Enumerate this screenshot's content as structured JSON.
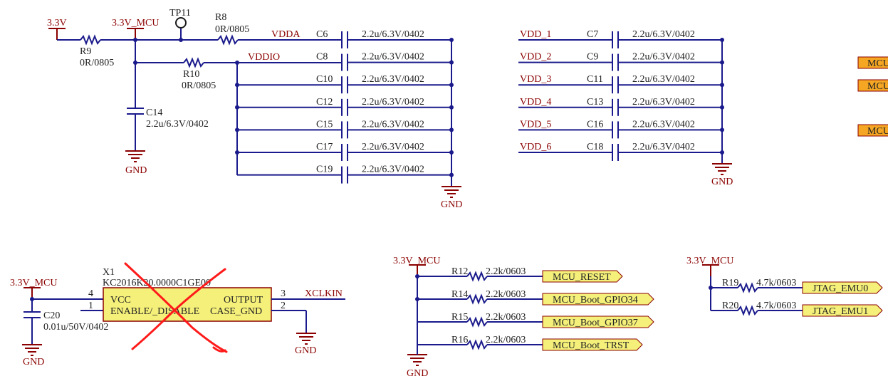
{
  "power": {
    "v33": "3.3V",
    "v33_mcu": "3.3V_MCU",
    "gnd": "GND"
  },
  "nets": {
    "vdda": "VDDA",
    "vddio": "VDDIO",
    "tp11": "TP11",
    "xclkin": "XCLKIN"
  },
  "resistors": {
    "r8": {
      "ref": "R8",
      "val": "0R/0805"
    },
    "r9": {
      "ref": "R9",
      "val": "0R/0805"
    },
    "r10": {
      "ref": "R10",
      "val": "0R/0805"
    },
    "r12": {
      "ref": "R12",
      "val": "2.2k/0603"
    },
    "r14": {
      "ref": "R14",
      "val": "2.2k/0603"
    },
    "r15": {
      "ref": "R15",
      "val": "2.2k/0603"
    },
    "r16": {
      "ref": "R16",
      "val": "2.2k/0603"
    },
    "r19": {
      "ref": "R19",
      "val": "4.7k/0603"
    },
    "r20": {
      "ref": "R20",
      "val": "4.7k/0603"
    }
  },
  "caps_left": [
    {
      "ref": "C6",
      "val": "2.2u/6.3V/0402"
    },
    {
      "ref": "C8",
      "val": "2.2u/6.3V/0402"
    },
    {
      "ref": "C10",
      "val": "2.2u/6.3V/0402"
    },
    {
      "ref": "C12",
      "val": "2.2u/6.3V/0402"
    },
    {
      "ref": "C15",
      "val": "2.2u/6.3V/0402"
    },
    {
      "ref": "C17",
      "val": "2.2u/6.3V/0402"
    },
    {
      "ref": "C19",
      "val": "2.2u/6.3V/0402"
    }
  ],
  "caps_right": [
    {
      "net": "VDD_1",
      "ref": "C7",
      "val": "2.2u/6.3V/0402"
    },
    {
      "net": "VDD_2",
      "ref": "C9",
      "val": "2.2u/6.3V/0402"
    },
    {
      "net": "VDD_3",
      "ref": "C11",
      "val": "2.2u/6.3V/0402"
    },
    {
      "net": "VDD_4",
      "ref": "C13",
      "val": "2.2u/6.3V/0402"
    },
    {
      "net": "VDD_5",
      "ref": "C16",
      "val": "2.2u/6.3V/0402"
    },
    {
      "net": "VDD_6",
      "ref": "C18",
      "val": "2.2u/6.3V/0402"
    }
  ],
  "c14": {
    "ref": "C14",
    "val": "2.2u/6.3V/0402"
  },
  "c20": {
    "ref": "C20",
    "val": "0.01u/50V/0402"
  },
  "x1": {
    "ref": "X1",
    "part": "KC2016K20.0000C1GE00",
    "pin_vcc": "VCC",
    "pin_enable": "ENABLE/_DISABLE",
    "pin_output": "OUTPUT",
    "pin_case": "CASE_GND",
    "pin4": "4",
    "pin1": "1",
    "pin3": "3",
    "pin2": "2"
  },
  "ports": {
    "mcu_reset": "MCU_RESET",
    "mcu_boot_gpio34": "MCU_Boot_GPIO34",
    "mcu_boot_gpio37": "MCU_Boot_GPIO37",
    "mcu_boot_trst": "MCU_Boot_TRST",
    "jtag_emu0": "JTAG_EMU0",
    "jtag_emu1": "JTAG_EMU1",
    "mcu_edge": "MCU"
  },
  "colors": {
    "wire": "#1a1a8c",
    "power": "#8b0000",
    "port_fill": "#f5f07a",
    "port_edge_fill": "#f5a623",
    "dnp_cross": "#ff1a1a"
  }
}
